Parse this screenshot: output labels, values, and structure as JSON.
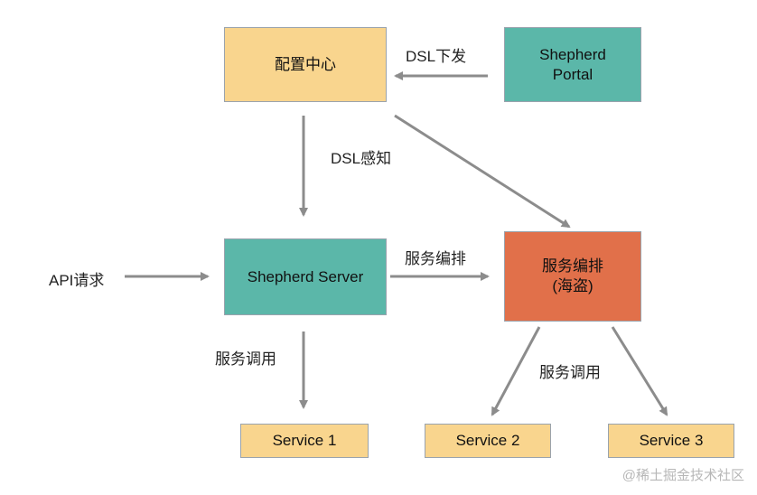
{
  "nodes": {
    "config_center": "配置中心",
    "portal_line1": "Shepherd",
    "portal_line2": "Portal",
    "server": "Shepherd Server",
    "orchestration_line1": "服务编排",
    "orchestration_line2": "(海盗)",
    "service1": "Service 1",
    "service2": "Service 2",
    "service3": "Service 3"
  },
  "edges": {
    "dsl_push": "DSL下发",
    "dsl_sense": "DSL感知",
    "api_request": "API请求",
    "orchestrate": "服务编排",
    "call_left": "服务调用",
    "call_right": "服务调用"
  },
  "watermark": "@稀土掘金技术社区",
  "colors": {
    "yellow": "#f9d58e",
    "teal": "#5bb7a9",
    "orange": "#e1704a",
    "arrow": "#8c8c8c"
  }
}
